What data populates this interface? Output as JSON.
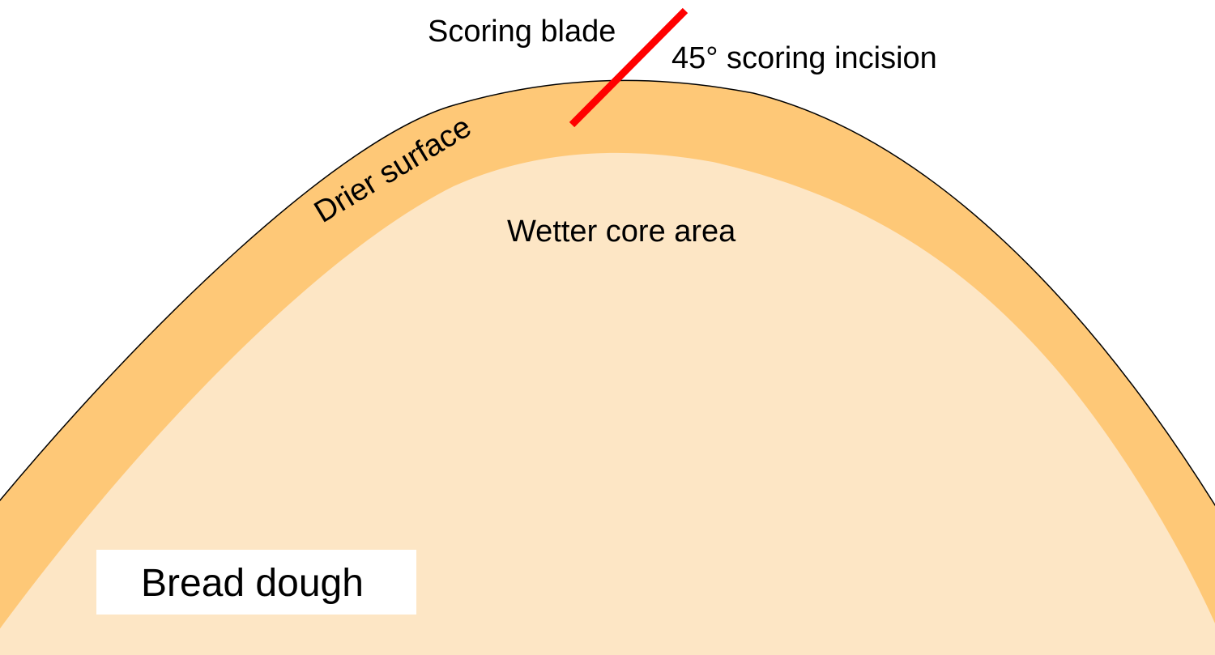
{
  "labels": {
    "scoring_blade": "Scoring blade",
    "incision": "45° scoring incision",
    "drier_surface": "Drier surface",
    "wetter_core": "Wetter core area",
    "bread_dough": "Bread dough"
  },
  "incision_angle_degrees": 45,
  "colors": {
    "background": "#ffffff",
    "crust": "#fec877",
    "core": "#fde6c5",
    "outline": "#000000",
    "blade": "#ff0000",
    "legend_box": "#ffffff",
    "text": "#000000"
  }
}
